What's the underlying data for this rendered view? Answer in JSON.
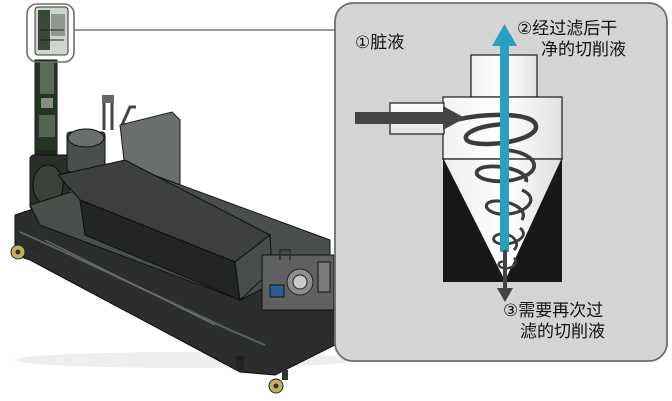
{
  "labels": {
    "dirty": {
      "num": "①",
      "text": "脏液"
    },
    "clean": {
      "num": "②",
      "line1": "经过滤后干",
      "line2": "净的切削液"
    },
    "reprocess": {
      "num": "③",
      "line1": "需要再次过",
      "line2": "滤的切削液"
    }
  },
  "colors": {
    "panel_bg": "#d4d4d4",
    "panel_border": "#6e6e6e",
    "cone_dark": "#181818",
    "clean_arrow": "#2a9fbf",
    "flow_arrow": "#444444"
  }
}
